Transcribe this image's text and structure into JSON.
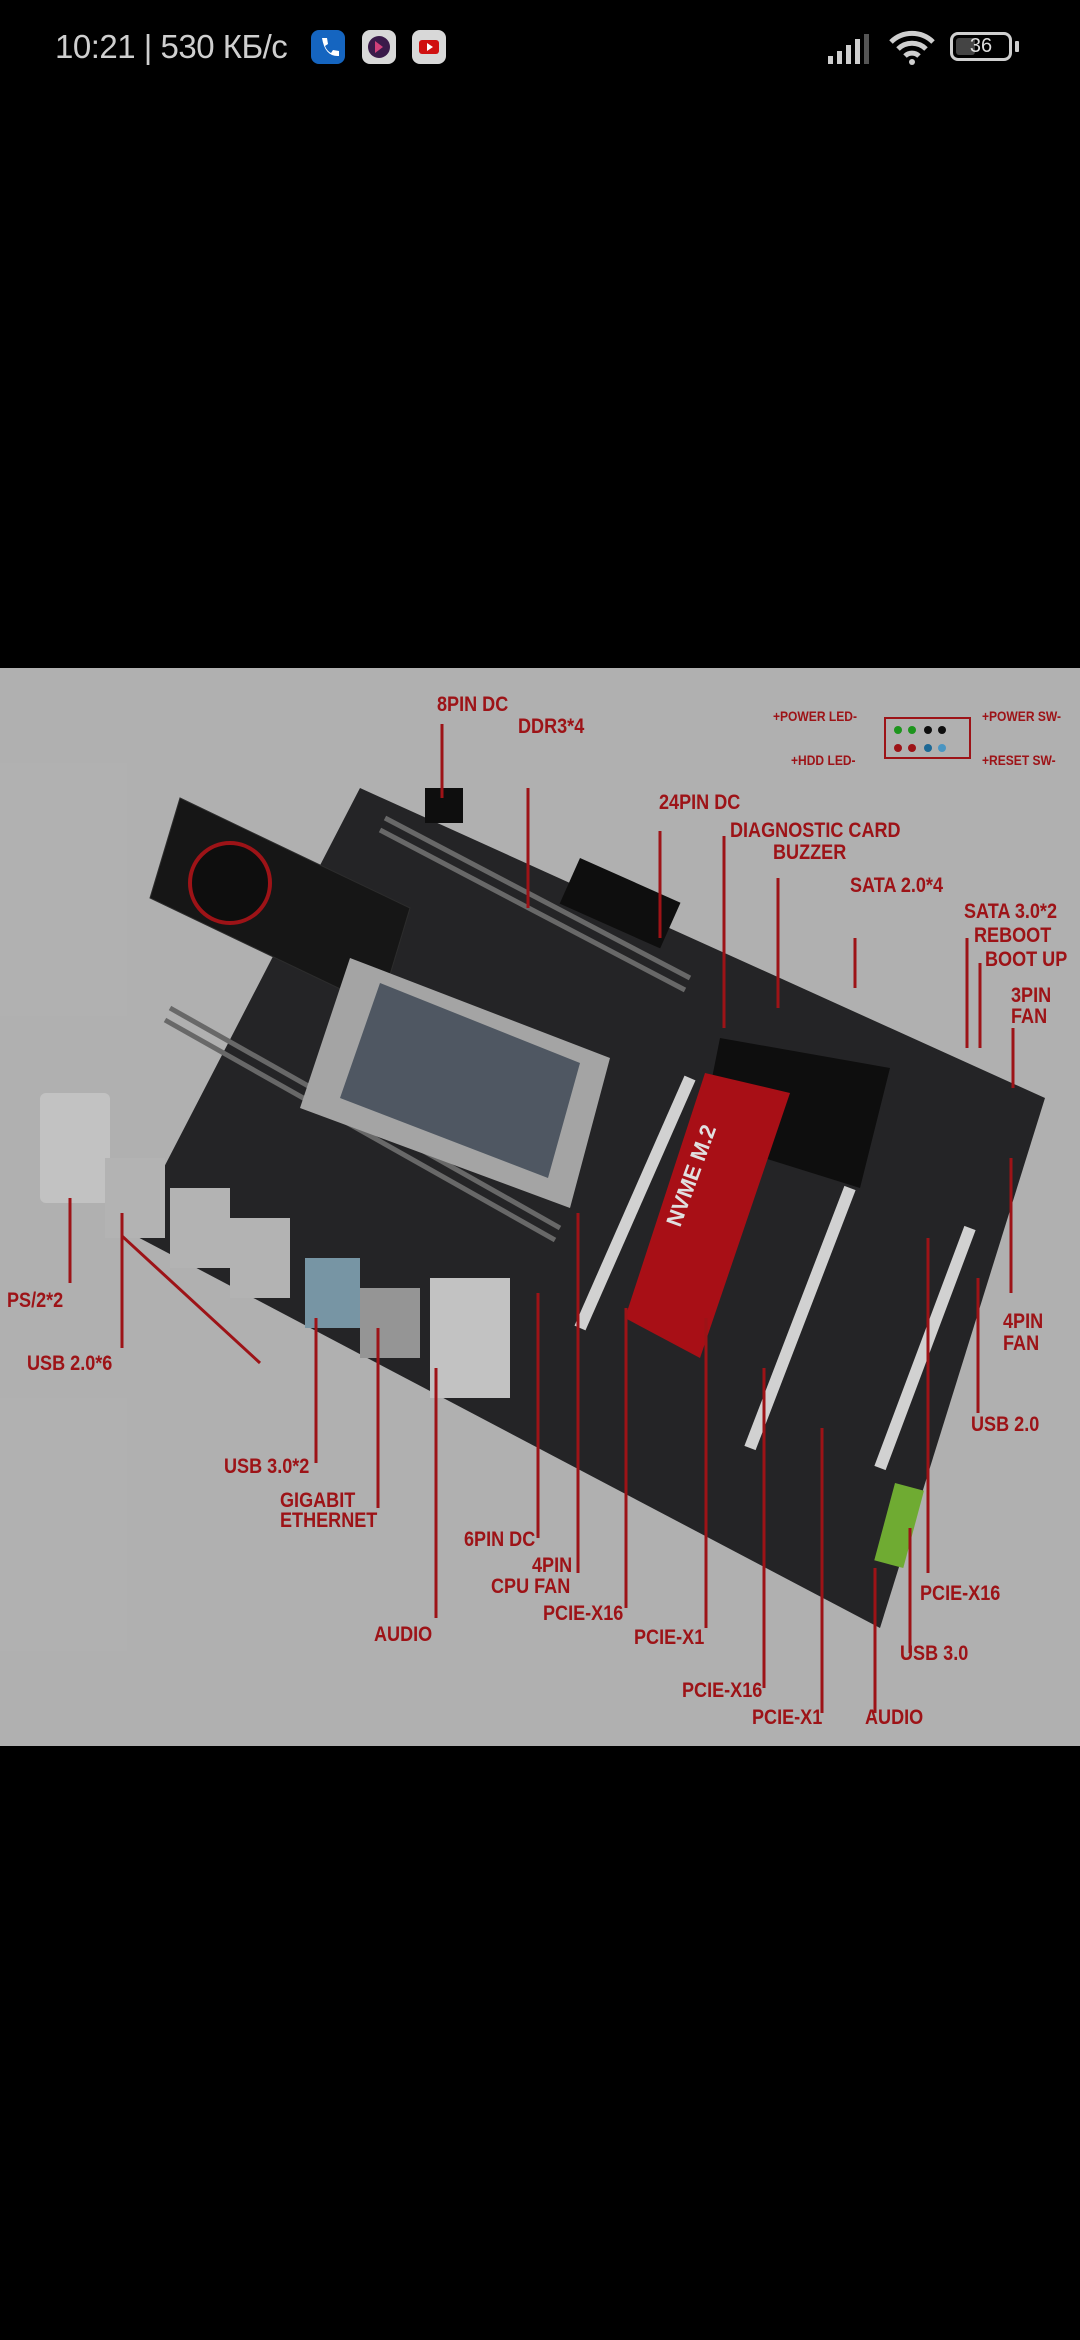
{
  "status_bar": {
    "time": "10:21",
    "speed": "530 КБ/с",
    "notification_icons": [
      "phone-icon",
      "messenger-icon",
      "youtube-icon"
    ],
    "battery": "36"
  },
  "image": {
    "labels": {
      "pin8_dc": "8PIN DC",
      "ddr3": "DDR3*4",
      "power_led": "+POWER LED-",
      "power_sw": "+POWER SW-",
      "hdd_led": "+HDD LED-",
      "reset_sw": "+RESET SW-",
      "pin24_dc": "24PIN DC",
      "diagnostic_card": "DIAGNOSTIC CARD",
      "buzzer": "BUZZER",
      "sata2": "SATA 2.0*4",
      "sata3": "SATA 3.0*2",
      "reboot": "REBOOT",
      "boot_up": "BOOT UP",
      "fan3pin_1": "3PIN",
      "fan3pin_2": "FAN",
      "fan4pin_1": "4PIN",
      "fan4pin_2": "FAN",
      "ps2": "PS/2*2",
      "usb20x6": "USB 2.0*6",
      "usb20": "USB 2.0",
      "usb30x2": "USB 3.0*2",
      "gigabit_1": "GIGABIT",
      "gigabit_2": "ETHERNET",
      "pin6_dc": "6PIN DC",
      "cpufan_1": "4PIN",
      "cpufan_2": "CPU FAN",
      "pcie_x16_a": "PCIE-X16",
      "audio_a": "AUDIO",
      "pcie_x1_a": "PCIE-X1",
      "pcie_x16_b": "PCIE-X16",
      "usb30": "USB 3.0",
      "pcie_x16_c": "PCIE-X16",
      "pcie_x1_b": "PCIE-X1",
      "audio_b": "AUDIO",
      "nvme": "NVME M.2"
    },
    "colors": {
      "accent_red": "#b3161b",
      "background": "#c9c9c9",
      "board": "#2a2a2c"
    }
  }
}
